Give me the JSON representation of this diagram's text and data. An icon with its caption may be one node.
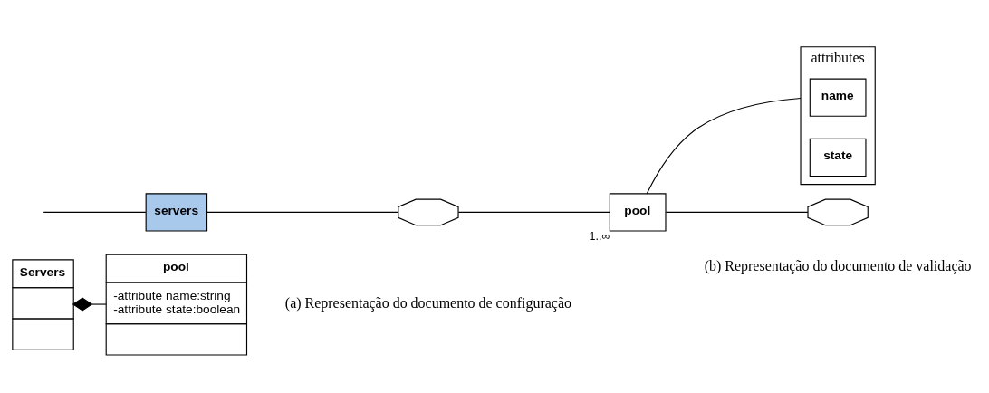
{
  "diagram": {
    "nodes": [
      {
        "text": [
          "Servers"
        ]
      },
      {
        "text": [
          "pool",
          "-attribute name:string",
          "-attribute state:boolean"
        ]
      },
      {
        "text": [
          "servers"
        ]
      },
      {
        "text": [],
        "shape": "octagon"
      },
      {
        "text": [
          "pool"
        ],
        "beside": [
          "1..∞"
        ]
      },
      {
        "text": [
          "attributes"
        ]
      },
      {
        "text": [
          "name"
        ],
        "in": 5
      },
      {
        "text": [
          "state"
        ],
        "in": 5
      },
      {
        "text": [],
        "shape": "octagon"
      }
    ],
    "edges": [
      {
        "from": 0,
        "to": 1,
        "arrow": "other"
      },
      {
        "from": null,
        "to": 2,
        "arrow": "none"
      },
      {
        "from": 2,
        "to": 3,
        "arrow": "none"
      },
      {
        "from": 3,
        "to": 4,
        "arrow": "none"
      },
      {
        "from": 4,
        "to": 5,
        "arrow": "none"
      },
      {
        "from": 4,
        "to": 8,
        "arrow": "none"
      }
    ],
    "labels": [
      "(a) Representação do documento de configuração",
      "(b) Representação do documento de validação"
    ]
  }
}
